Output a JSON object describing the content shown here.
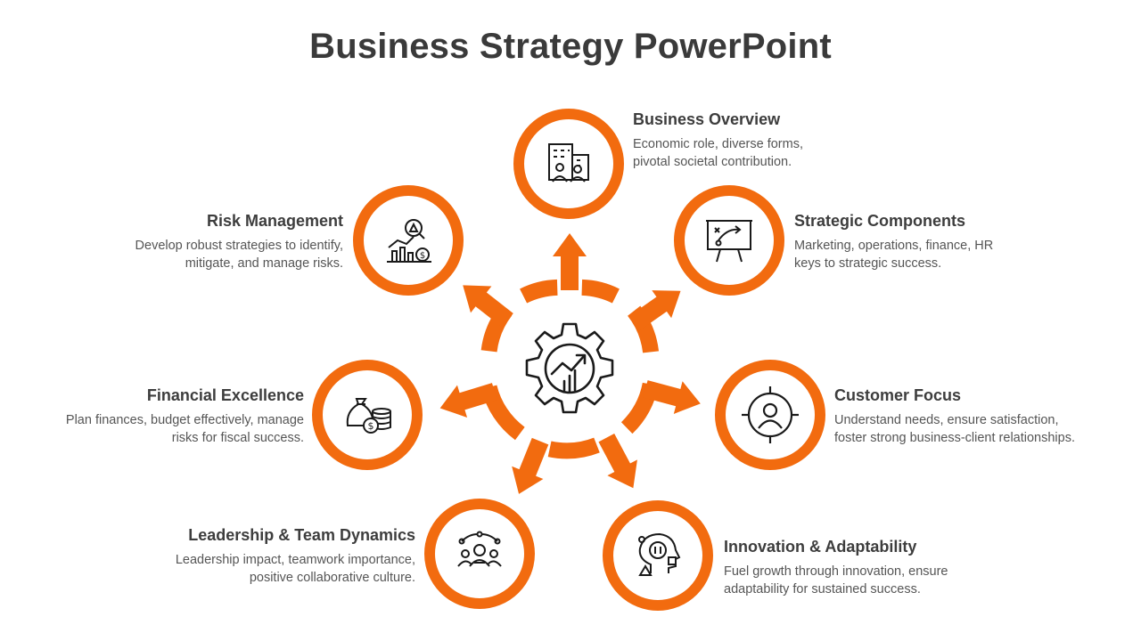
{
  "slide": {
    "title": "Business Strategy PowerPoint",
    "accent_color": "#F26B0F",
    "center_icon": "gear-growth-chart-icon"
  },
  "items": [
    {
      "title": "Business Overview",
      "description_line1": "Economic role, diverse forms,",
      "description_line2": "pivotal societal contribution.",
      "icon": "office-building-people-icon"
    },
    {
      "title": "Strategic Components",
      "description_line1": "Marketing, operations, finance, HR",
      "description_line2": "keys to strategic success.",
      "icon": "strategy-board-icon"
    },
    {
      "title": "Customer Focus",
      "description_line1": "Understand needs, ensure satisfaction,",
      "description_line2": "foster strong business-client relationships.",
      "icon": "target-user-icon"
    },
    {
      "title": "Innovation & Adaptability",
      "description_line1": "Fuel growth through innovation, ensure",
      "description_line2": "adaptability for sustained success.",
      "icon": "head-innovation-icon"
    },
    {
      "title": "Leadership & Team Dynamics",
      "description_line1": "Leadership impact, teamwork importance,",
      "description_line2": "positive collaborative culture.",
      "icon": "team-network-icon"
    },
    {
      "title": "Financial Excellence",
      "description_line1": "Plan finances, budget effectively, manage",
      "description_line2": "risks for fiscal success.",
      "icon": "money-bag-coins-icon"
    },
    {
      "title": "Risk Management",
      "description_line1": "Develop robust strategies to identify,",
      "description_line2": "mitigate, and manage risks.",
      "icon": "risk-chart-icon"
    }
  ]
}
